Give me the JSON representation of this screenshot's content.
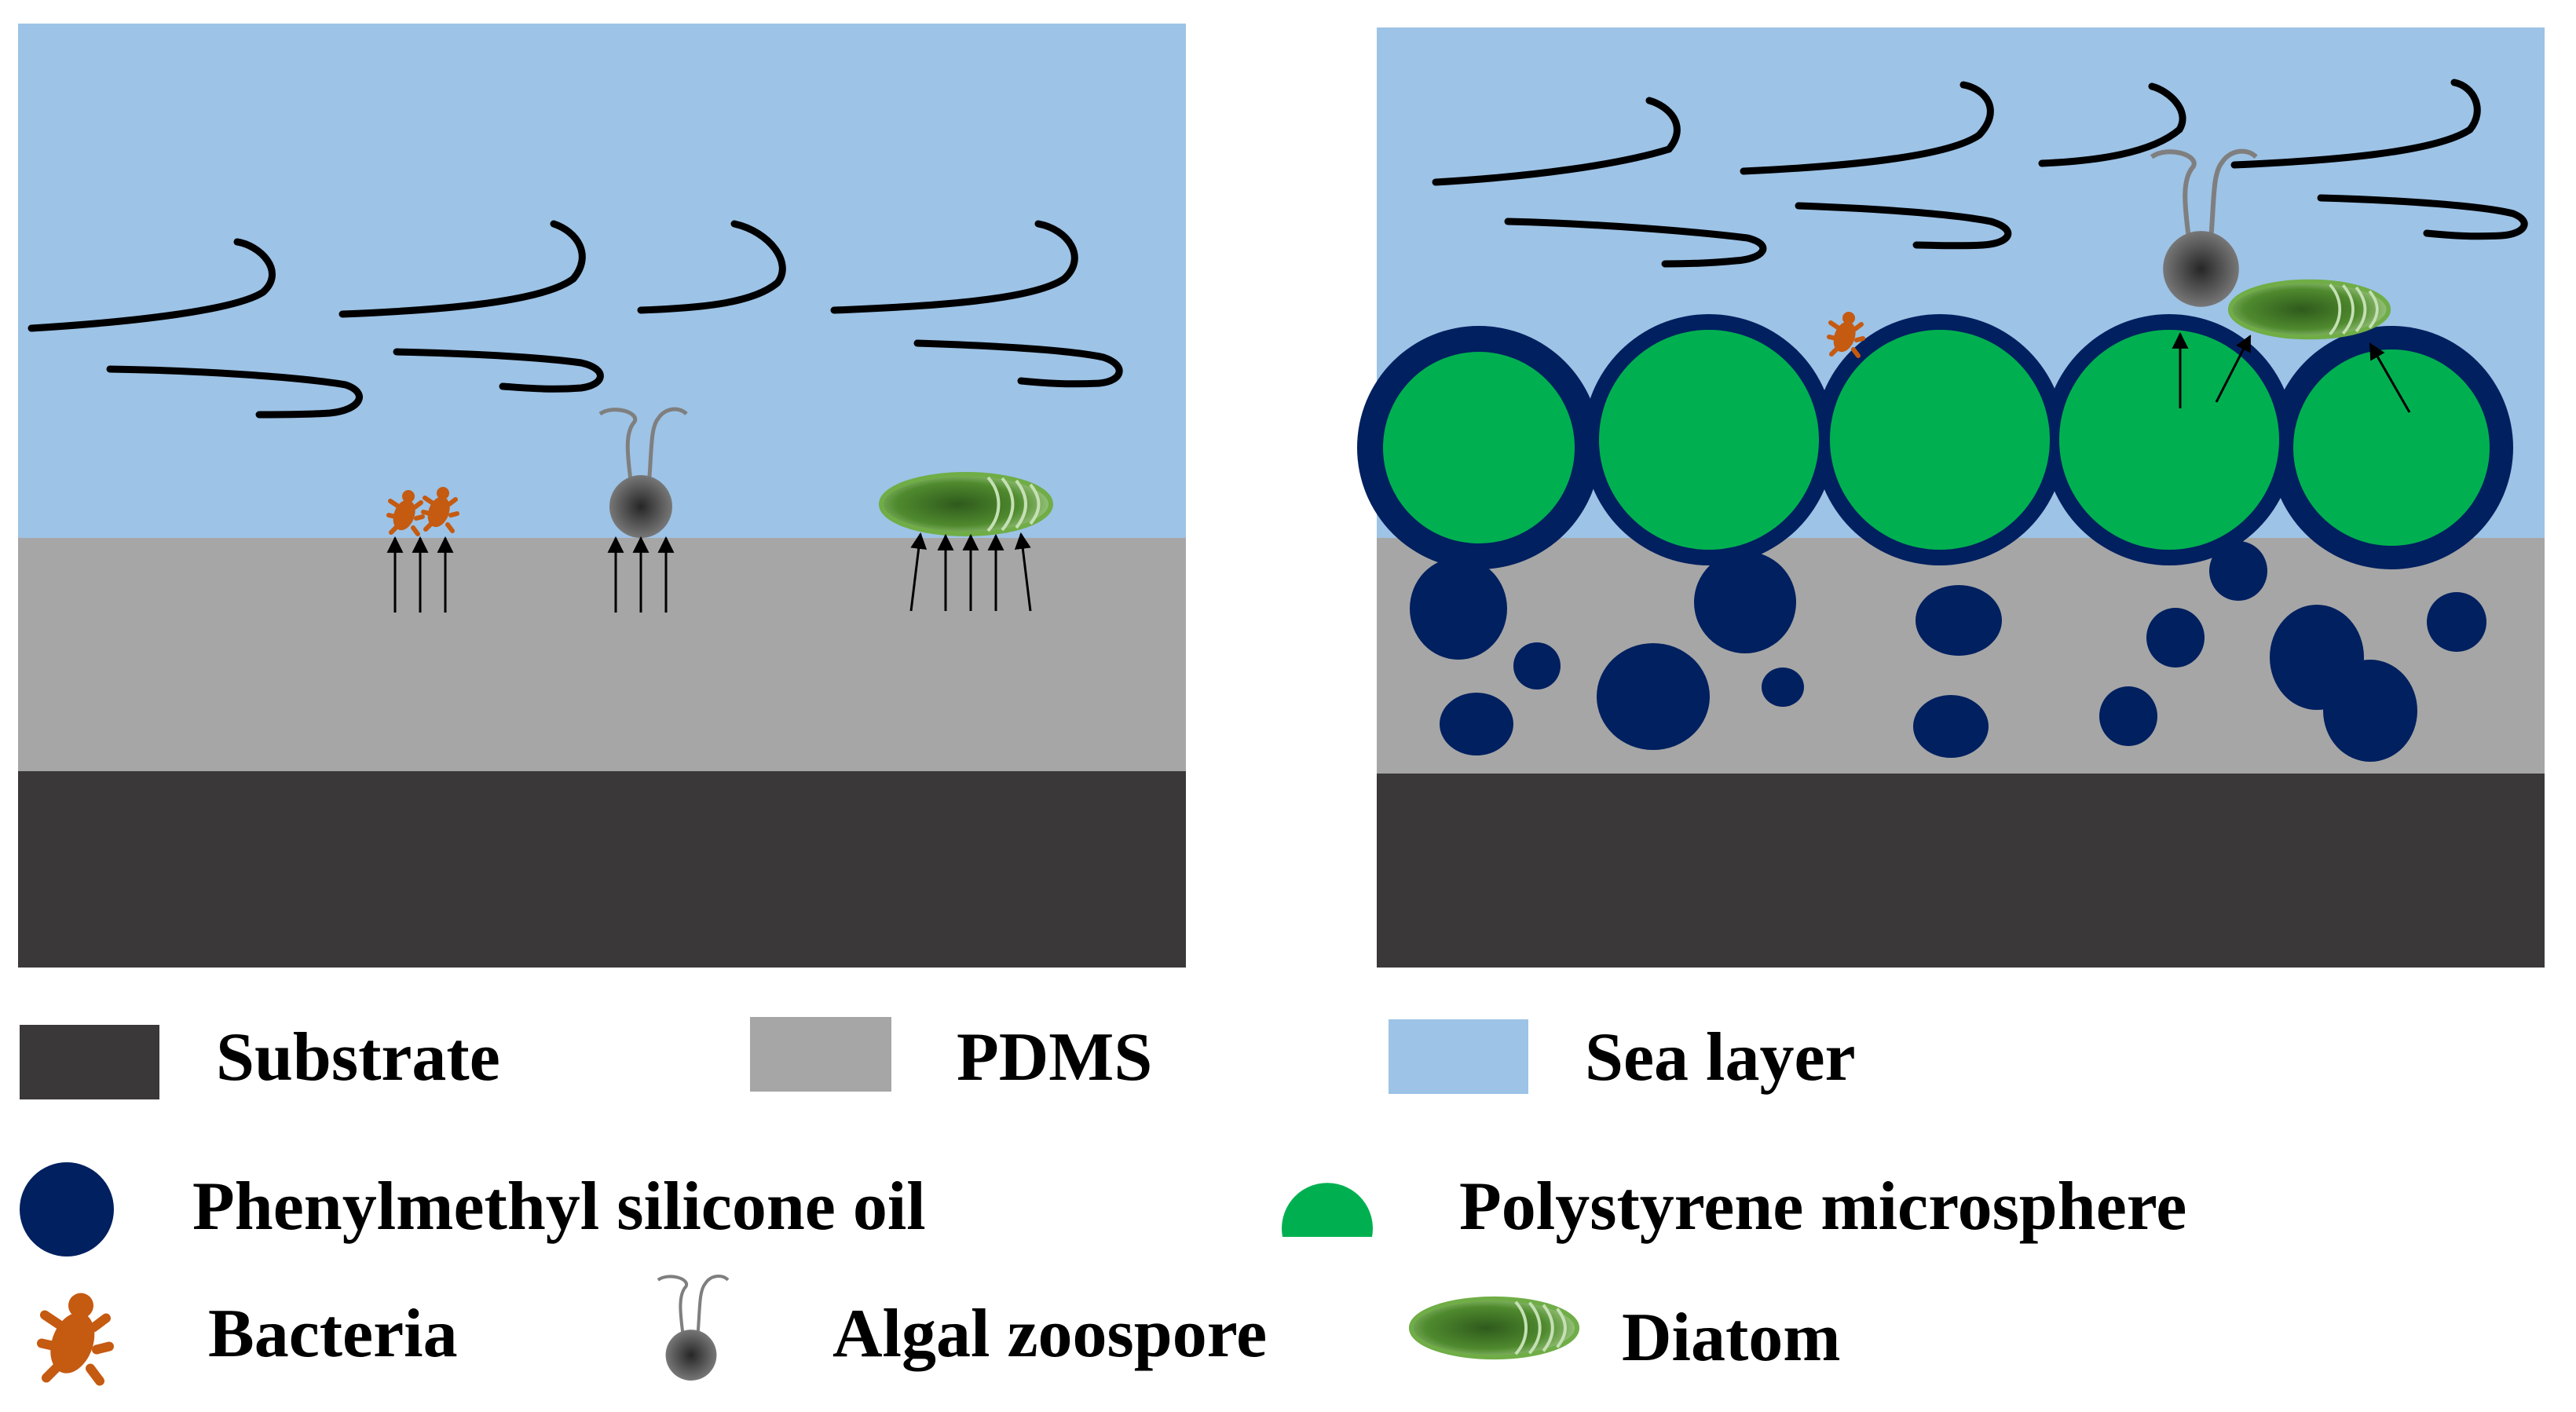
{
  "colors": {
    "sea_layer": "#9dc3e6",
    "pdms": "#a6a6a6",
    "substrate": "#3a3838",
    "silicone_oil": "#002060",
    "microsphere": "#00b050",
    "bacteria": "#c55a11",
    "zoospore": "#595959",
    "diatom": "#70ad47",
    "polymer_chain": "#000000"
  },
  "legend": {
    "substrate": "Substrate",
    "pdms": "PDMS",
    "sea_layer": "Sea layer",
    "silicone_oil": "Phenylmethyl silicone oil",
    "microsphere": "Polystyrene microsphere",
    "bacteria": "Bacteria",
    "zoospore": "Algal zoospore",
    "diatom": "Diatom"
  }
}
